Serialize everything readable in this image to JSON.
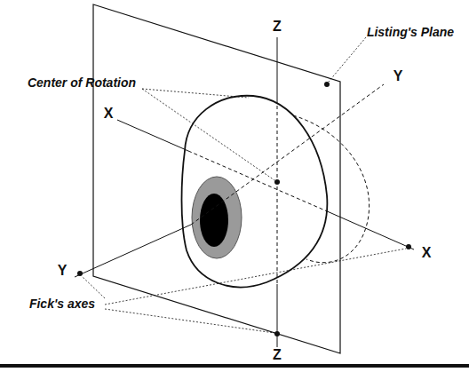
{
  "diagram": {
    "labels": [
      "Z",
      "Z",
      "X",
      "Y",
      "Y",
      "X",
      "Center of Rotation",
      "Listing's Plane",
      "Fick's axes"
    ]
  }
}
